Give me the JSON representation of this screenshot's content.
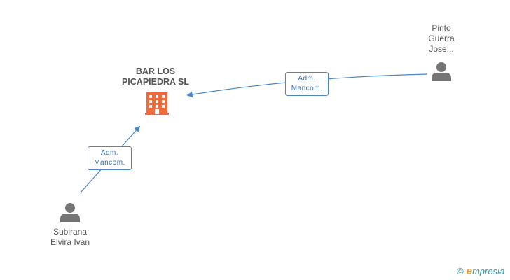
{
  "company": {
    "name_line1": "BAR LOS",
    "name_line2": "PICAPIEDRA SL",
    "icon": "building-icon",
    "color": "#f26a3a"
  },
  "people": [
    {
      "id": "pinto",
      "line1": "Pinto",
      "line2": "Guerra",
      "line3": "Jose...",
      "icon": "person-icon"
    },
    {
      "id": "subirana",
      "line1": "Subirana",
      "line2": "Elvira Ivan",
      "icon": "person-icon"
    }
  ],
  "edges": [
    {
      "from": "pinto",
      "to": "company",
      "label_line1": "Adm.",
      "label_line2": "Mancom."
    },
    {
      "from": "subirana",
      "to": "company",
      "label_line1": "Adm.",
      "label_line2": "Mancom."
    }
  ],
  "colors": {
    "edge": "#4a86c8",
    "person": "#757575",
    "text": "#555555"
  },
  "watermark": {
    "copyright_symbol": "©",
    "brand_initial": "e",
    "brand_rest": "mpresia"
  }
}
